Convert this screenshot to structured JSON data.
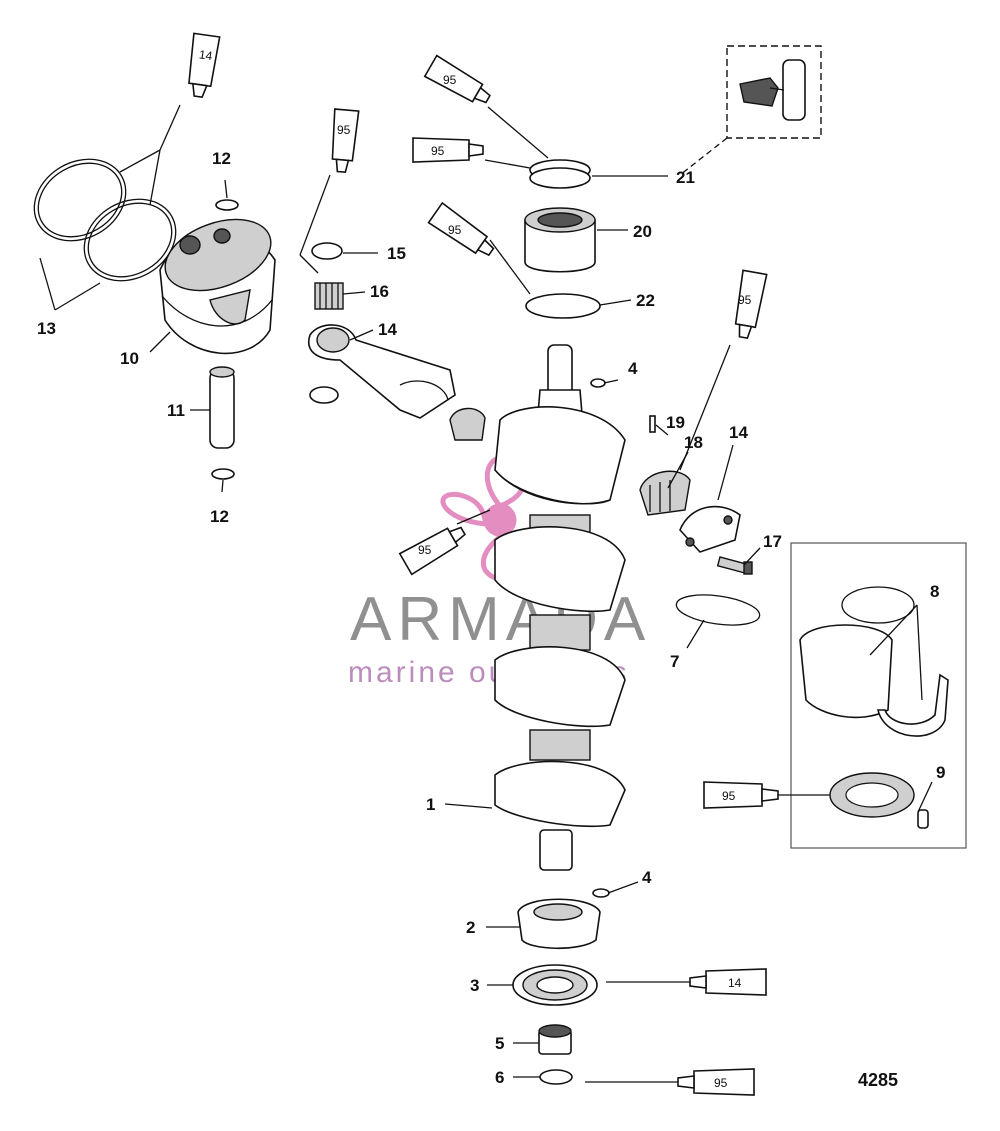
{
  "figure_number": "4285",
  "watermark": {
    "title": "ARMADA",
    "subtitle": "marine outboards",
    "color_logo": "#e07ab6",
    "color_text": "#7d7d7d"
  },
  "callouts": [
    {
      "id": "c1",
      "label": "1"
    },
    {
      "id": "c2",
      "label": "2"
    },
    {
      "id": "c3",
      "label": "3"
    },
    {
      "id": "c4a",
      "label": "4"
    },
    {
      "id": "c4b",
      "label": "4"
    },
    {
      "id": "c5",
      "label": "5"
    },
    {
      "id": "c6",
      "label": "6"
    },
    {
      "id": "c7",
      "label": "7"
    },
    {
      "id": "c8",
      "label": "8"
    },
    {
      "id": "c9",
      "label": "9"
    },
    {
      "id": "c10",
      "label": "10"
    },
    {
      "id": "c11",
      "label": "11"
    },
    {
      "id": "c12a",
      "label": "12"
    },
    {
      "id": "c12b",
      "label": "12"
    },
    {
      "id": "c13",
      "label": "13"
    },
    {
      "id": "c14a",
      "label": "14"
    },
    {
      "id": "c14b",
      "label": "14"
    },
    {
      "id": "c15",
      "label": "15"
    },
    {
      "id": "c16",
      "label": "16"
    },
    {
      "id": "c17",
      "label": "17"
    },
    {
      "id": "c18",
      "label": "18"
    },
    {
      "id": "c19",
      "label": "19"
    },
    {
      "id": "c20",
      "label": "20"
    },
    {
      "id": "c21",
      "label": "21"
    },
    {
      "id": "c22",
      "label": "22"
    }
  ],
  "lubricant_tubes": [
    {
      "id": "t1",
      "number": "14"
    },
    {
      "id": "t2",
      "number": "95"
    },
    {
      "id": "t3",
      "number": "95"
    },
    {
      "id": "t4",
      "number": "95"
    },
    {
      "id": "t5",
      "number": "95"
    },
    {
      "id": "t6",
      "number": "95"
    },
    {
      "id": "t7",
      "number": "95"
    },
    {
      "id": "t8",
      "number": "95"
    },
    {
      "id": "t9",
      "number": "14"
    },
    {
      "id": "t10",
      "number": "95"
    }
  ]
}
